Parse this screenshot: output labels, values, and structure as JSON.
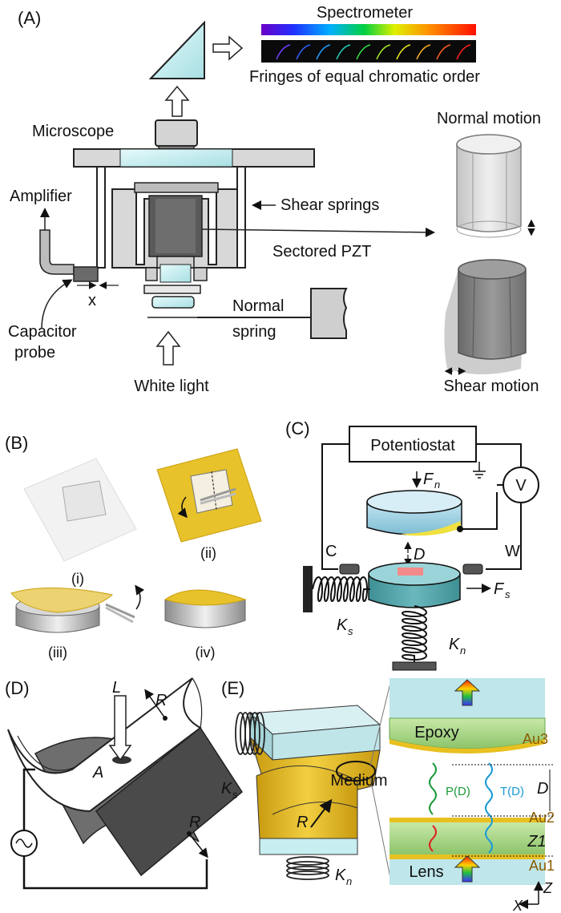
{
  "panels": {
    "A": {
      "letter": "(A)",
      "spectrometer": "Spectrometer",
      "fringes": "Fringes of equal chromatic order",
      "microscope": "Microscope",
      "amplifier": "Amplifier",
      "shear_springs": "Shear springs",
      "sectored_pzt": "Sectored PZT",
      "x_label": "x",
      "capacitor_probe_1": "Capacitor",
      "capacitor_probe_2": "probe",
      "normal_spring_1": "Normal",
      "normal_spring_2": "spring",
      "white_light": "White light",
      "normal_motion": "Normal motion",
      "shear_motion": "Shear motion"
    },
    "B": {
      "letter": "(B)",
      "steps": [
        "(i)",
        "(ii)",
        "(iii)",
        "(iv)"
      ]
    },
    "C": {
      "letter": "(C)",
      "potentiostat": "Potentiostat",
      "fn": "F",
      "fn_sub": "n",
      "c_label": "C",
      "w_label": "W",
      "v_label": "V",
      "d_label": "D",
      "fs": "F",
      "fs_sub": "s",
      "ks": "K",
      "ks_sub": "s",
      "kn": "K",
      "kn_sub": "n"
    },
    "D": {
      "letter": "(D)",
      "l_label": "L",
      "r_label": "R",
      "a_label": "A"
    },
    "E": {
      "letter": "(E)",
      "epoxy": "Epoxy",
      "au3": "Au3",
      "au2": "Au2",
      "au1": "Au1",
      "medium": "Medium",
      "pd": "P(D)",
      "td": "T(D)",
      "d_label": "D",
      "z1": "Z1",
      "lens": "Lens",
      "ks": "K",
      "ks_sub": "s",
      "kn": "K",
      "kn_sub": "n",
      "r_label": "R",
      "z_axis": "Z",
      "x_axis": "X"
    }
  },
  "colors": {
    "gold": "#e8c020",
    "au_text": "#8a5a00",
    "cyan_glass": "#c8ecee",
    "epoxy_green": "#9ccc7a",
    "pd_green": "#1a9a3a",
    "td_blue": "#1a9ad6",
    "red_wave": "#e02020"
  }
}
